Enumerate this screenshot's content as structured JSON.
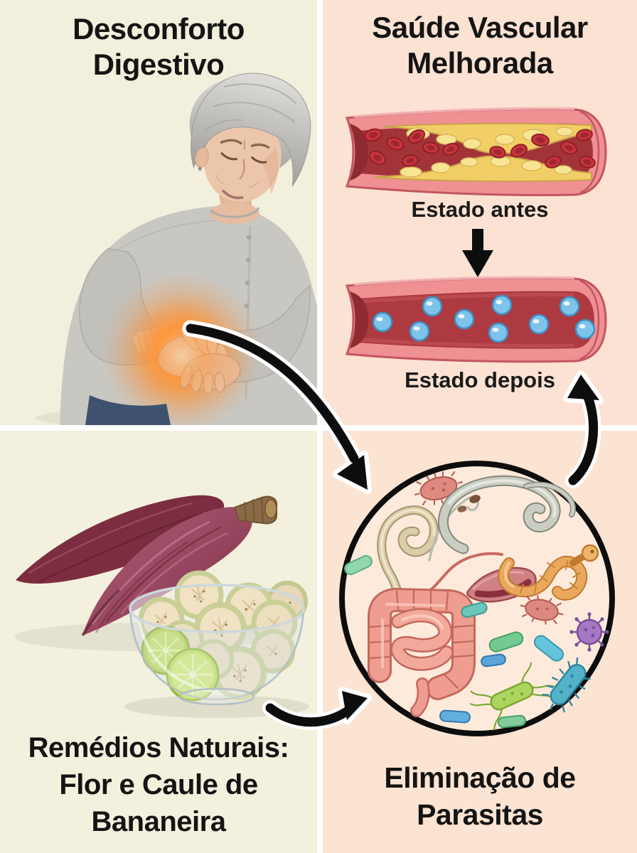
{
  "meta": {
    "kind": "health-infographic",
    "language": "pt-BR"
  },
  "quadrants": {
    "top_left": {
      "title_line1": "Desconforto",
      "title_line2": "Digestivo",
      "illustration": "elderly-woman-holding-stomach-with-pain-glow"
    },
    "top_right": {
      "title_line1": "Saúde Vascular",
      "title_line2": "Melhorada",
      "label_before": "Estado antes",
      "label_after": "Estado depois",
      "illustrations": [
        "artery-clogged-with-plaque",
        "down-arrow",
        "artery-clear-with-blue-particles"
      ]
    },
    "bottom_left": {
      "title_line1": "Remédios Naturais:",
      "title_line2": "Flor e Caule de",
      "title_line3": "Bananeira",
      "illustrations": [
        "banana-flower",
        "glass-bowl-banana-stem-slices-lime"
      ]
    },
    "bottom_right": {
      "title_line1": "Eliminação de",
      "title_line2": "Parasitas",
      "illustration": "circle-with-intestines-worms-bacteria-virus"
    }
  },
  "connections": [
    "stomach-to-parasites-circle",
    "bowl-to-parasites-circle",
    "parasites-circle-to-estado-depois",
    "estado-antes-to-estado-depois"
  ],
  "colors": {
    "background_left": "#f2efdc",
    "background_right": "#fbe2d2",
    "divider": "#ffffff",
    "title_text": "#141414",
    "arrow_black": "#0d0d0d",
    "pain_glow_orange": "#ff8c2a",
    "artery_wall_pink": "#ef9093",
    "artery_lumen_red": "#a23439",
    "plaque_yellow": "#f2cf66",
    "blood_cell_red": "#ca343c",
    "particle_blue": "#7ec3ea",
    "banana_flower_purple": "#9b4a66",
    "lime_green": "#bcd94f",
    "circle_outline": "#0d0d0d"
  }
}
